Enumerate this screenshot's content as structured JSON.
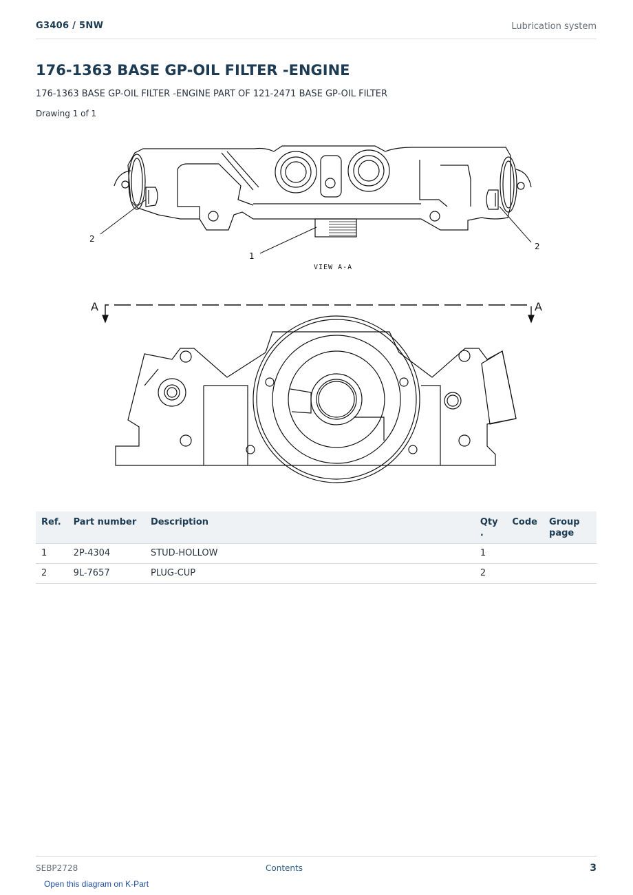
{
  "header": {
    "model": "G3406  /  5NW",
    "section": "Lubrication system"
  },
  "page": {
    "title": "176-1363 BASE GP-OIL FILTER -ENGINE",
    "subtitle": "176-1363 BASE GP-OIL FILTER -ENGINE PART OF 121-2471 BASE GP-OIL FILTER",
    "drawing_count": "Drawing 1 of 1"
  },
  "diagram": {
    "view_label": "VIEW A-A",
    "section_mark_left": "A",
    "section_mark_right": "A",
    "callouts": [
      "1",
      "2",
      "2"
    ]
  },
  "parts_table": {
    "headers": {
      "ref": "Ref.",
      "part_number": "Part number",
      "description": "Description",
      "qty": "Qty .",
      "code": "Code",
      "group_page": "Group page"
    },
    "rows": [
      {
        "ref": "1",
        "part_number": "2P-4304",
        "description": "STUD-HOLLOW",
        "qty": "1",
        "code": "",
        "group_page": ""
      },
      {
        "ref": "2",
        "part_number": "9L-7657",
        "description": "PLUG-CUP",
        "qty": "2",
        "code": "",
        "group_page": ""
      }
    ]
  },
  "footer": {
    "doc_number": "SEBP2728",
    "contents_link": "Contents",
    "page_number": "3",
    "kpart_link": "Open this diagram on K-Part"
  }
}
